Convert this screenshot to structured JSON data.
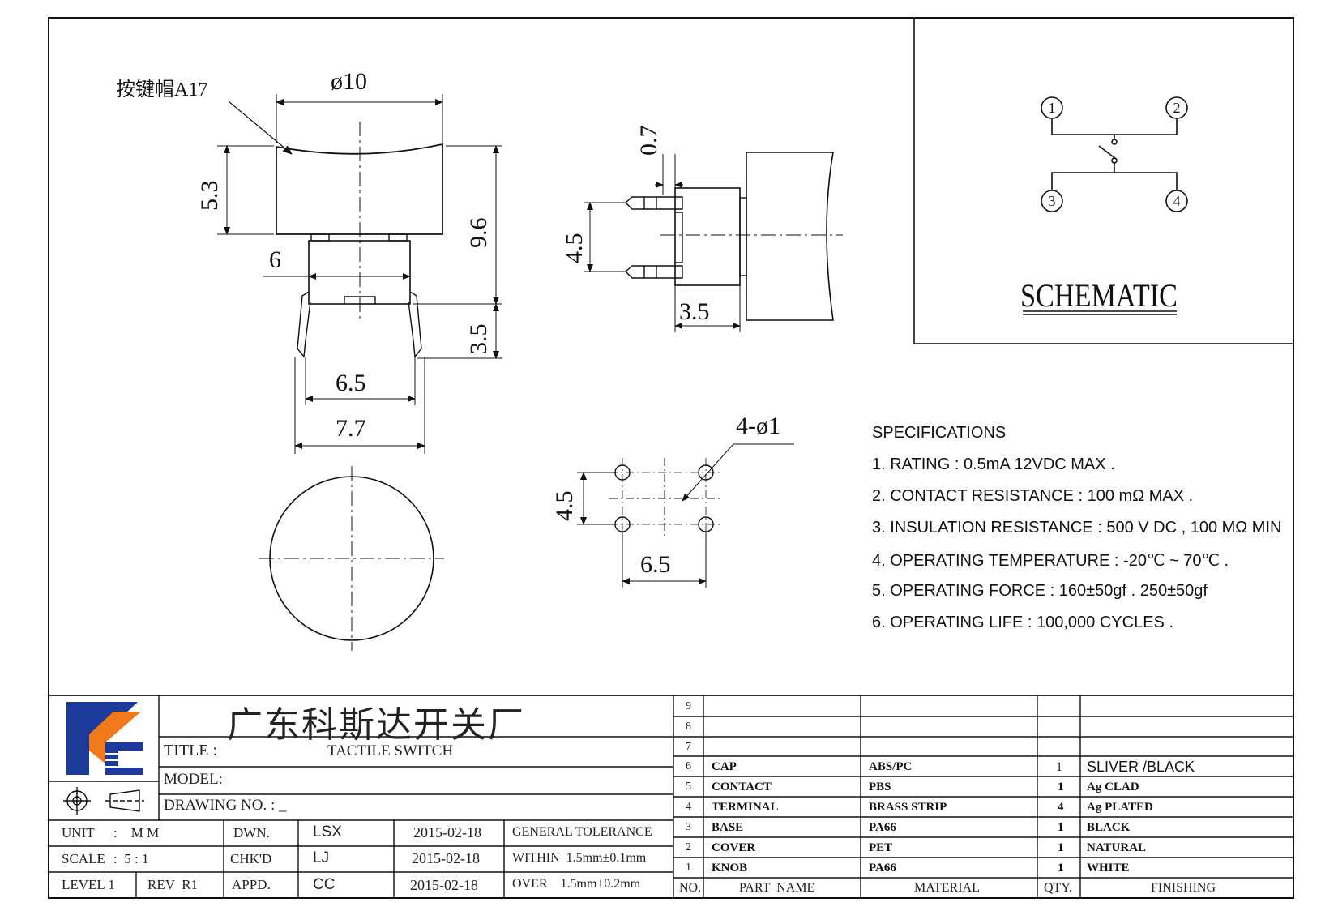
{
  "drawing": {
    "cap_label": "按键帽A17",
    "dim_diameter": "ø10",
    "dim_5_3": "5.3",
    "dim_9_6": "9.6",
    "dim_6": "6",
    "dim_3_5_left": "3.5",
    "dim_6_5_top": "6.5",
    "dim_7_7": "7.7",
    "dim_0_7": "0.7",
    "dim_4_5_side": "4.5",
    "dim_3_5_side": "3.5",
    "dim_holes": "4-ø1",
    "dim_4_5_holes": "4.5",
    "dim_6_5_holes": "6.5"
  },
  "schematic": {
    "title": "SCHEMATIC",
    "pins": [
      "1",
      "2",
      "3",
      "4"
    ]
  },
  "specifications": {
    "heading": "SPECIFICATIONS",
    "items": [
      "1. RATING : 0.5mA 12VDC MAX .",
      "2. CONTACT RESISTANCE : 100 mΩ MAX .",
      "3. INSULATION RESISTANCE : 500 V DC , 100 MΩ MIN",
      "4. OPERATING TEMPERATURE : -20℃ ~ 70℃ .",
      "5. OPERATING FORCE : 160±50gf . 250±50gf",
      "6. OPERATING LIFE : 100,000 CYCLES ."
    ]
  },
  "title_block": {
    "company": "广东科斯达开关厂",
    "title_label": "TITLE :",
    "title_value": "TACTILE SWITCH",
    "model_label": "MODEL:",
    "drawing_no_label": "DRAWING NO. : _",
    "unit_label": "UNIT",
    "unit_value": ":    M M",
    "scale_label": "SCALE",
    "scale_value": ":  5 : 1",
    "level": "LEVEL 1",
    "rev": "REV  R1",
    "dwn_label": "DWN.",
    "chk_label": "CHK'D",
    "appd_label": "APPD.",
    "dwn_name": "LSX",
    "chk_name": "LJ",
    "appd_name": "CC",
    "date_1": "2015-02-18",
    "date_2": "2015-02-18",
    "date_3": "2015-02-18",
    "tol_heading": "GENERAL TOLERANCE",
    "tol_within": "WITHIN  1.5mm±0.1mm",
    "tol_over": "OVER    1.5mm±0.2mm"
  },
  "bom": {
    "header": {
      "no": "NO.",
      "part": "PART  NAME",
      "material": "MATERIAL",
      "qty": "QTY.",
      "finishing": "FINISHING"
    },
    "rows": [
      {
        "no": "9",
        "part": "",
        "material": "",
        "qty": "",
        "finishing": ""
      },
      {
        "no": "8",
        "part": "",
        "material": "",
        "qty": "",
        "finishing": ""
      },
      {
        "no": "7",
        "part": "",
        "material": "",
        "qty": "",
        "finishing": ""
      },
      {
        "no": "6",
        "part": "CAP",
        "material": "ABS/PC",
        "qty": "1",
        "finishing": "SLIVER /BLACK"
      },
      {
        "no": "5",
        "part": "CONTACT",
        "material": "PBS",
        "qty": "1",
        "finishing": "Ag CLAD"
      },
      {
        "no": "4",
        "part": "TERMINAL",
        "material": "BRASS STRIP",
        "qty": "4",
        "finishing": "Ag PLATED"
      },
      {
        "no": "3",
        "part": "BASE",
        "material": "PA66",
        "qty": "1",
        "finishing": "BLACK"
      },
      {
        "no": "2",
        "part": "COVER",
        "material": "PET",
        "qty": "1",
        "finishing": "NATURAL"
      },
      {
        "no": "1",
        "part": "KNOB",
        "material": "PA66",
        "qty": "1",
        "finishing": "WHITE"
      }
    ]
  },
  "colors": {
    "logo_blue": "#1b3a9a",
    "logo_orange": "#f07a1a",
    "line": "#111111"
  }
}
